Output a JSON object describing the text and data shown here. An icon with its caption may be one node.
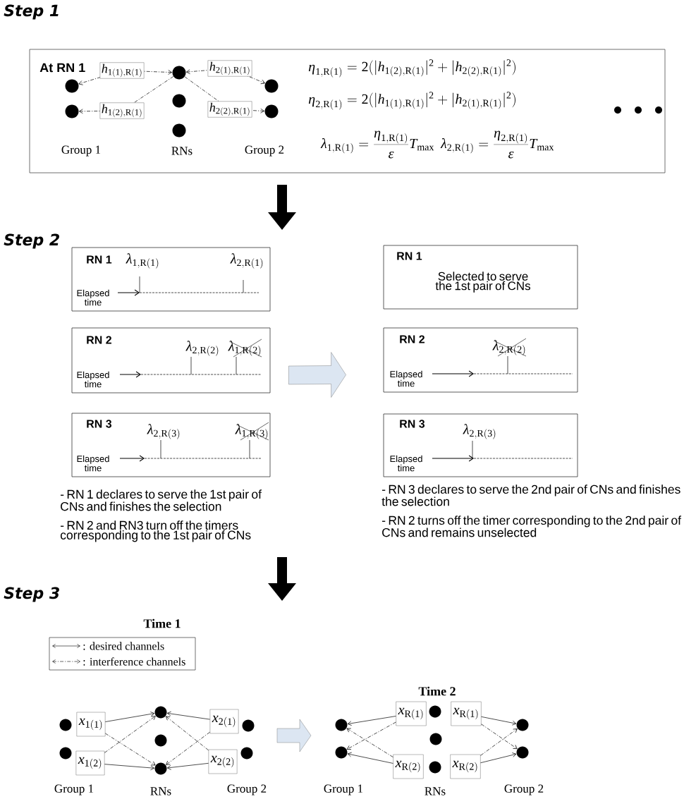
{
  "diagram": {
    "nodes": [
      {
        "text": [
          "At RN 1"
        ]
      },
      {
        "text": [],
        "shape": "circle",
        "in": 0
      },
      {
        "text": [],
        "shape": "circle",
        "in": 0
      },
      {
        "text": [],
        "shape": "circle",
        "in": 0
      },
      {
        "text": [],
        "shape": "circle",
        "in": 0
      },
      {
        "text": [],
        "shape": "circle",
        "in": 0
      },
      {
        "text": [],
        "shape": "circle",
        "in": 0
      },
      {
        "text": [],
        "shape": "circle",
        "in": 0
      },
      {
        "text": [
          "RN 1",
          "\\lambda_{1,\\mathrm{R}(1)}",
          "\\lambda_{2,\\mathrm{R}(1)}",
          "Elapsed time"
        ]
      },
      {
        "text": [
          "RN 2",
          "\\lambda_{2,\\mathrm{R}(2)}",
          "\\lambda_{1,\\mathrm{R}(2)}",
          "Elapsed time"
        ]
      },
      {
        "text": [
          "RN 3",
          "\\lambda_{2,\\mathrm{R}(3)}",
          "\\lambda_{1,\\mathrm{R}(3)}",
          "Elapsed time"
        ]
      },
      {
        "text": [
          "RN 1",
          "Selected to serve the 1st pair of CNs"
        ]
      },
      {
        "text": [
          "RN 2",
          "\\lambda_{2,\\mathrm{R}(2)}",
          "Elapsed time"
        ]
      },
      {
        "text": [
          "RN 3",
          "\\lambda_{2,\\mathrm{R}(3)}",
          "Elapsed time"
        ]
      },
      {
        "text": [],
        "shape": "circle"
      },
      {
        "text": [],
        "shape": "circle"
      },
      {
        "text": [
          "x_{1(1)}"
        ]
      },
      {
        "text": [
          "x_{1(2)}"
        ]
      },
      {
        "text": [],
        "shape": "circle"
      },
      {
        "text": [],
        "shape": "circle"
      },
      {
        "text": [],
        "shape": "circle"
      },
      {
        "text": [
          "x_{2(1)}"
        ]
      },
      {
        "text": [
          "x_{2(2)}"
        ]
      },
      {
        "text": [],
        "shape": "circle"
      },
      {
        "text": [],
        "shape": "circle"
      },
      {
        "text": [],
        "shape": "circle"
      },
      {
        "text": [],
        "shape": "circle"
      },
      {
        "text": [
          "x_{\\mathrm{R}(1)}"
        ]
      },
      {
        "text": [
          "x_{\\mathrm{R}(2)}"
        ]
      },
      {
        "text": [],
        "shape": "circle"
      },
      {
        "text": [],
        "shape": "circle"
      },
      {
        "text": [],
        "shape": "circle"
      },
      {
        "text": [
          "x_{\\mathrm{R}(1)}"
        ]
      },
      {
        "text": [
          "x_{\\mathrm{R}(2)}"
        ]
      },
      {
        "text": [],
        "shape": "circle"
      },
      {
        "text": [],
        "shape": "circle"
      }
    ],
    "edges": [
      {
        "from": 3,
        "to": 1,
        "arrow": "both",
        "style": "dashed",
        "label": "h_{1(1),\\mathrm{R}(1)}"
      },
      {
        "from": 3,
        "to": 2,
        "arrow": "to",
        "style": "dashed",
        "label": "h_{1(2),\\mathrm{R}(1)}"
      },
      {
        "from": 3,
        "to": 6,
        "arrow": "both",
        "style": "dashed",
        "label": "h_{2(1),\\mathrm{R}(1)}"
      },
      {
        "from": 3,
        "to": 7,
        "arrow": "to",
        "style": "dashed",
        "label": "h_{2(2),\\mathrm{R}(1)}"
      },
      {
        "from": 9,
        "to": 12,
        "arrow": "to",
        "style": "thick",
        "color": "#dce6f2"
      },
      {
        "from": 16,
        "to": 18,
        "arrow": "to"
      },
      {
        "from": 16,
        "to": 20,
        "arrow": "to",
        "style": "dashed"
      },
      {
        "from": 17,
        "to": 20,
        "arrow": "to"
      },
      {
        "from": 17,
        "to": 18,
        "arrow": "to",
        "style": "dashed"
      },
      {
        "from": 21,
        "to": 18,
        "arrow": "to"
      },
      {
        "from": 21,
        "to": 20,
        "arrow": "to",
        "style": "dashed"
      },
      {
        "from": 22,
        "to": 20,
        "arrow": "to"
      },
      {
        "from": 22,
        "to": 18,
        "arrow": "to",
        "style": "dashed"
      },
      {
        "from": 27,
        "to": 25,
        "arrow": "to"
      },
      {
        "from": 27,
        "to": 26,
        "arrow": "to",
        "style": "dashed"
      },
      {
        "from": 28,
        "to": 26,
        "arrow": "to"
      },
      {
        "from": 28,
        "to": 25,
        "arrow": "to",
        "style": "dashed"
      },
      {
        "from": 32,
        "to": 34,
        "arrow": "to"
      },
      {
        "from": 32,
        "to": 35,
        "arrow": "to",
        "style": "dashed"
      },
      {
        "from": 33,
        "to": 35,
        "arrow": "to"
      },
      {
        "from": 33,
        "to": 34,
        "arrow": "to",
        "style": "dashed"
      }
    ],
    "labels": [
      "Step 1",
      "Group 1",
      "RNs",
      "Group 2",
      "\\eta_{1,\\mathrm{R}(1)} = 2(|h_{1(2),\\mathrm{R}(1)}|^{2} + |h_{2(2),\\mathrm{R}(1)}|^{2})",
      "\\eta_{2,\\mathrm{R}(1)} = 2(|h_{1(1),\\mathrm{R}(1)}|^{2} + |h_{2(1),\\mathrm{R}(1)}|^{2})",
      "\\lambda_{1,\\mathrm{R}(1)} = \\frac{\\eta_{1,\\mathrm{R}(1)}}{\\epsilon}T_{\\mathrm{max}}",
      "\\lambda_{2,\\mathrm{R}(1)} = \\frac{\\eta_{2,\\mathrm{R}(1)}}{\\epsilon}T_{\\mathrm{max}}",
      "Step 2",
      "- RN 1 declares to serve the 1st pair of CNs and finishes the selection",
      "- RN 2 and RN3 turn off the timers corresponding to the 1st pair of CNs",
      "- RN 3 declares to serve the 2nd pair of CNs and finishes the selection",
      "- RN 2 turns off the timer corresponding to the 2nd pair of CNs and remains unselected",
      "Step 3",
      "Time 1",
      "Group 1",
      "RNs",
      "Group 2",
      "Time 2",
      "Group 1",
      "RNs",
      "Group 2"
    ],
    "legend": [
      {
        "text": ": desired channels"
      },
      {
        "text": ": interference channels"
      }
    ]
  }
}
